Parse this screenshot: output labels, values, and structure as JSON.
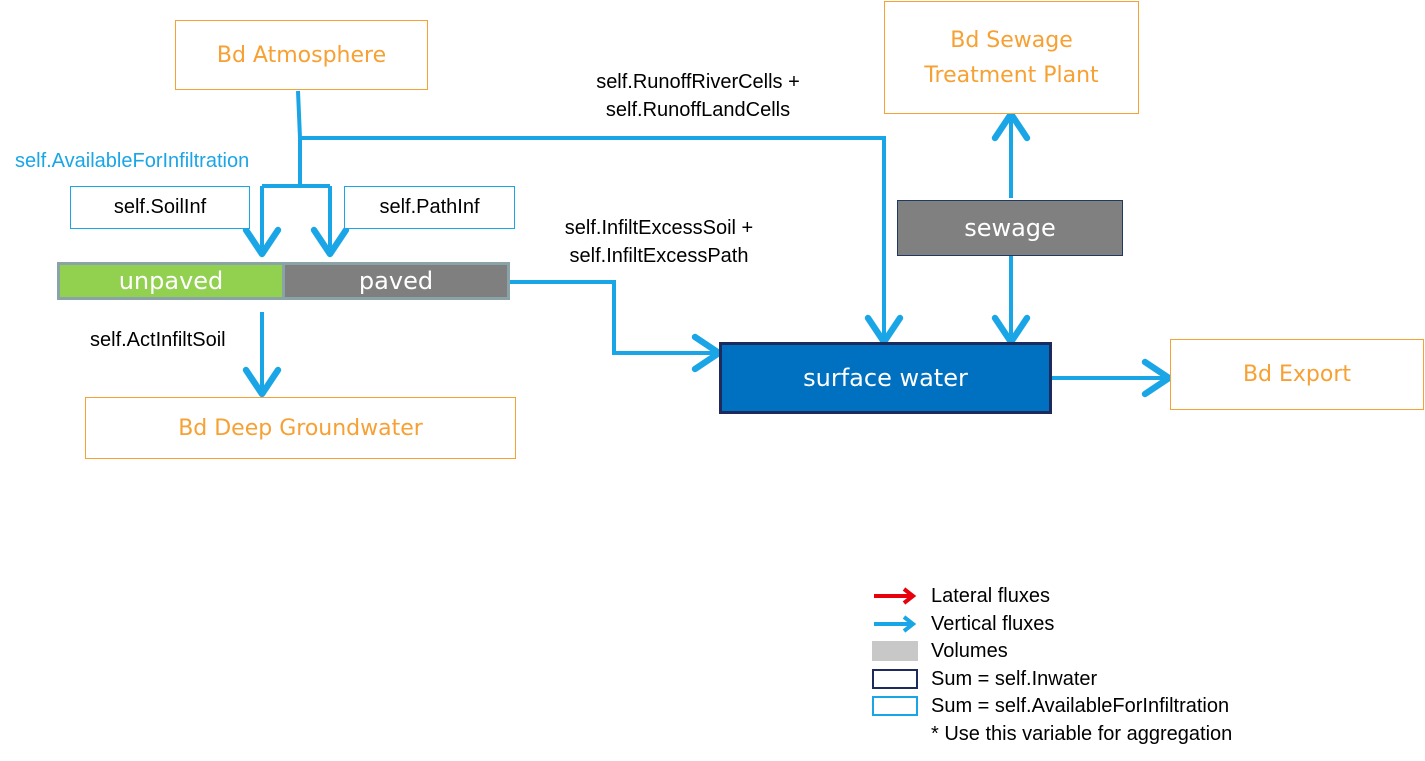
{
  "nodes": {
    "atmosphere": "Bd Atmosphere",
    "sewage_plant_line1": "Bd Sewage",
    "sewage_plant_line2": "Treatment Plant",
    "deep_groundwater": "Bd Deep Groundwater",
    "export": "Bd Export",
    "soil_inf": "self.SoilInf",
    "path_inf": "self.PathInf",
    "unpaved": "unpaved",
    "paved": "paved",
    "sewage": "sewage",
    "surface_water": "surface water"
  },
  "labels": {
    "available_for_infiltration": "self.AvailableForInfiltration",
    "runoff_line1": "self.RunoffRiverCells +",
    "runoff_line2": "self.RunoffLandCells",
    "infilt_excess_line1": "self.InfiltExcessSoil +",
    "infilt_excess_line2": "self.InfiltExcessPath",
    "act_infilt_soil": "self.ActInfiltSoil"
  },
  "legend": {
    "lateral": "Lateral fluxes",
    "vertical": "Vertical fluxes",
    "volumes": "Volumes",
    "sum_inwater": "Sum = self.Inwater",
    "sum_available": "Sum = self.AvailableForInfiltration",
    "note": "* Use this variable for aggregation"
  },
  "colors": {
    "boundary": "#F7A033",
    "flux_vertical": "#1AA6E6",
    "flux_lateral": "#E8000B",
    "unpaved": "#92D050",
    "paved": "#7F7F7F",
    "surface_water": "#0070C0",
    "volumes": "#C8C8C8",
    "inwater_outline": "#1F2A5C"
  }
}
